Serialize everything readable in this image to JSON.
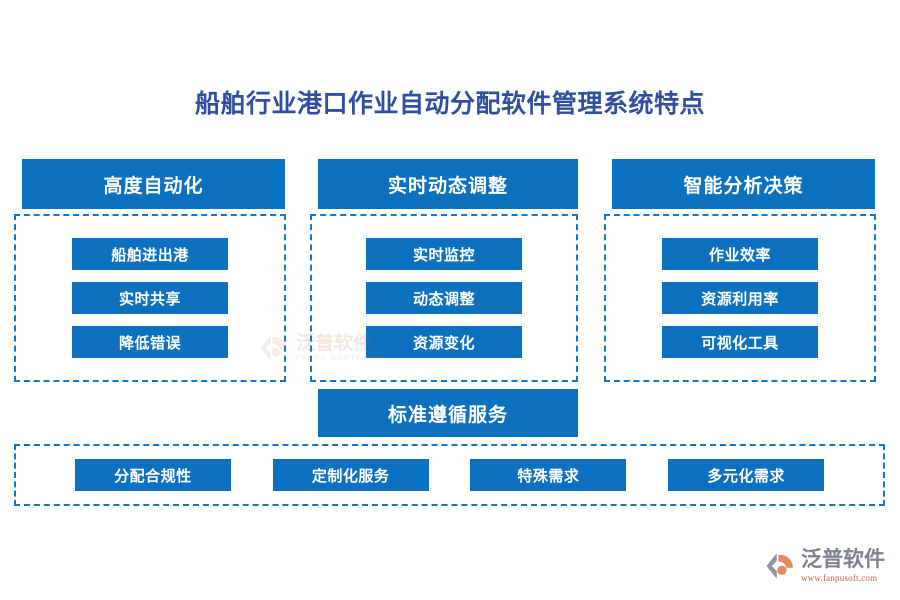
{
  "page": {
    "title": "船舶行业港口作业自动分配软件管理系统特点",
    "accent_blue": "#0d71c0",
    "dashed_border_blue": "#1277c8",
    "title_blue": "#2f4f9e",
    "background": "#ffffff"
  },
  "columns": [
    {
      "header": "高度自动化",
      "items": [
        "船舶进出港",
        "实时共享",
        "降低错误"
      ]
    },
    {
      "header": "实时动态调整",
      "items": [
        "实时监控",
        "动态调整",
        "资源变化"
      ]
    },
    {
      "header": "智能分析决策",
      "items": [
        "作业效率",
        "资源利用率",
        "可视化工具"
      ]
    }
  ],
  "standard_section": {
    "header": "标准遵循服务",
    "items": [
      "分配合规性",
      "定制化服务",
      "特殊需求",
      "多元化需求"
    ]
  },
  "watermark": {
    "name_cn": "泛普软件",
    "name_en": "FANPU SOFTWARE",
    "color": "#b06a3a"
  },
  "logo": {
    "name_cn": "泛普软件",
    "url": "www.fanpusoft.com",
    "text_color": "#7a8190",
    "url_color": "#c0623a"
  }
}
